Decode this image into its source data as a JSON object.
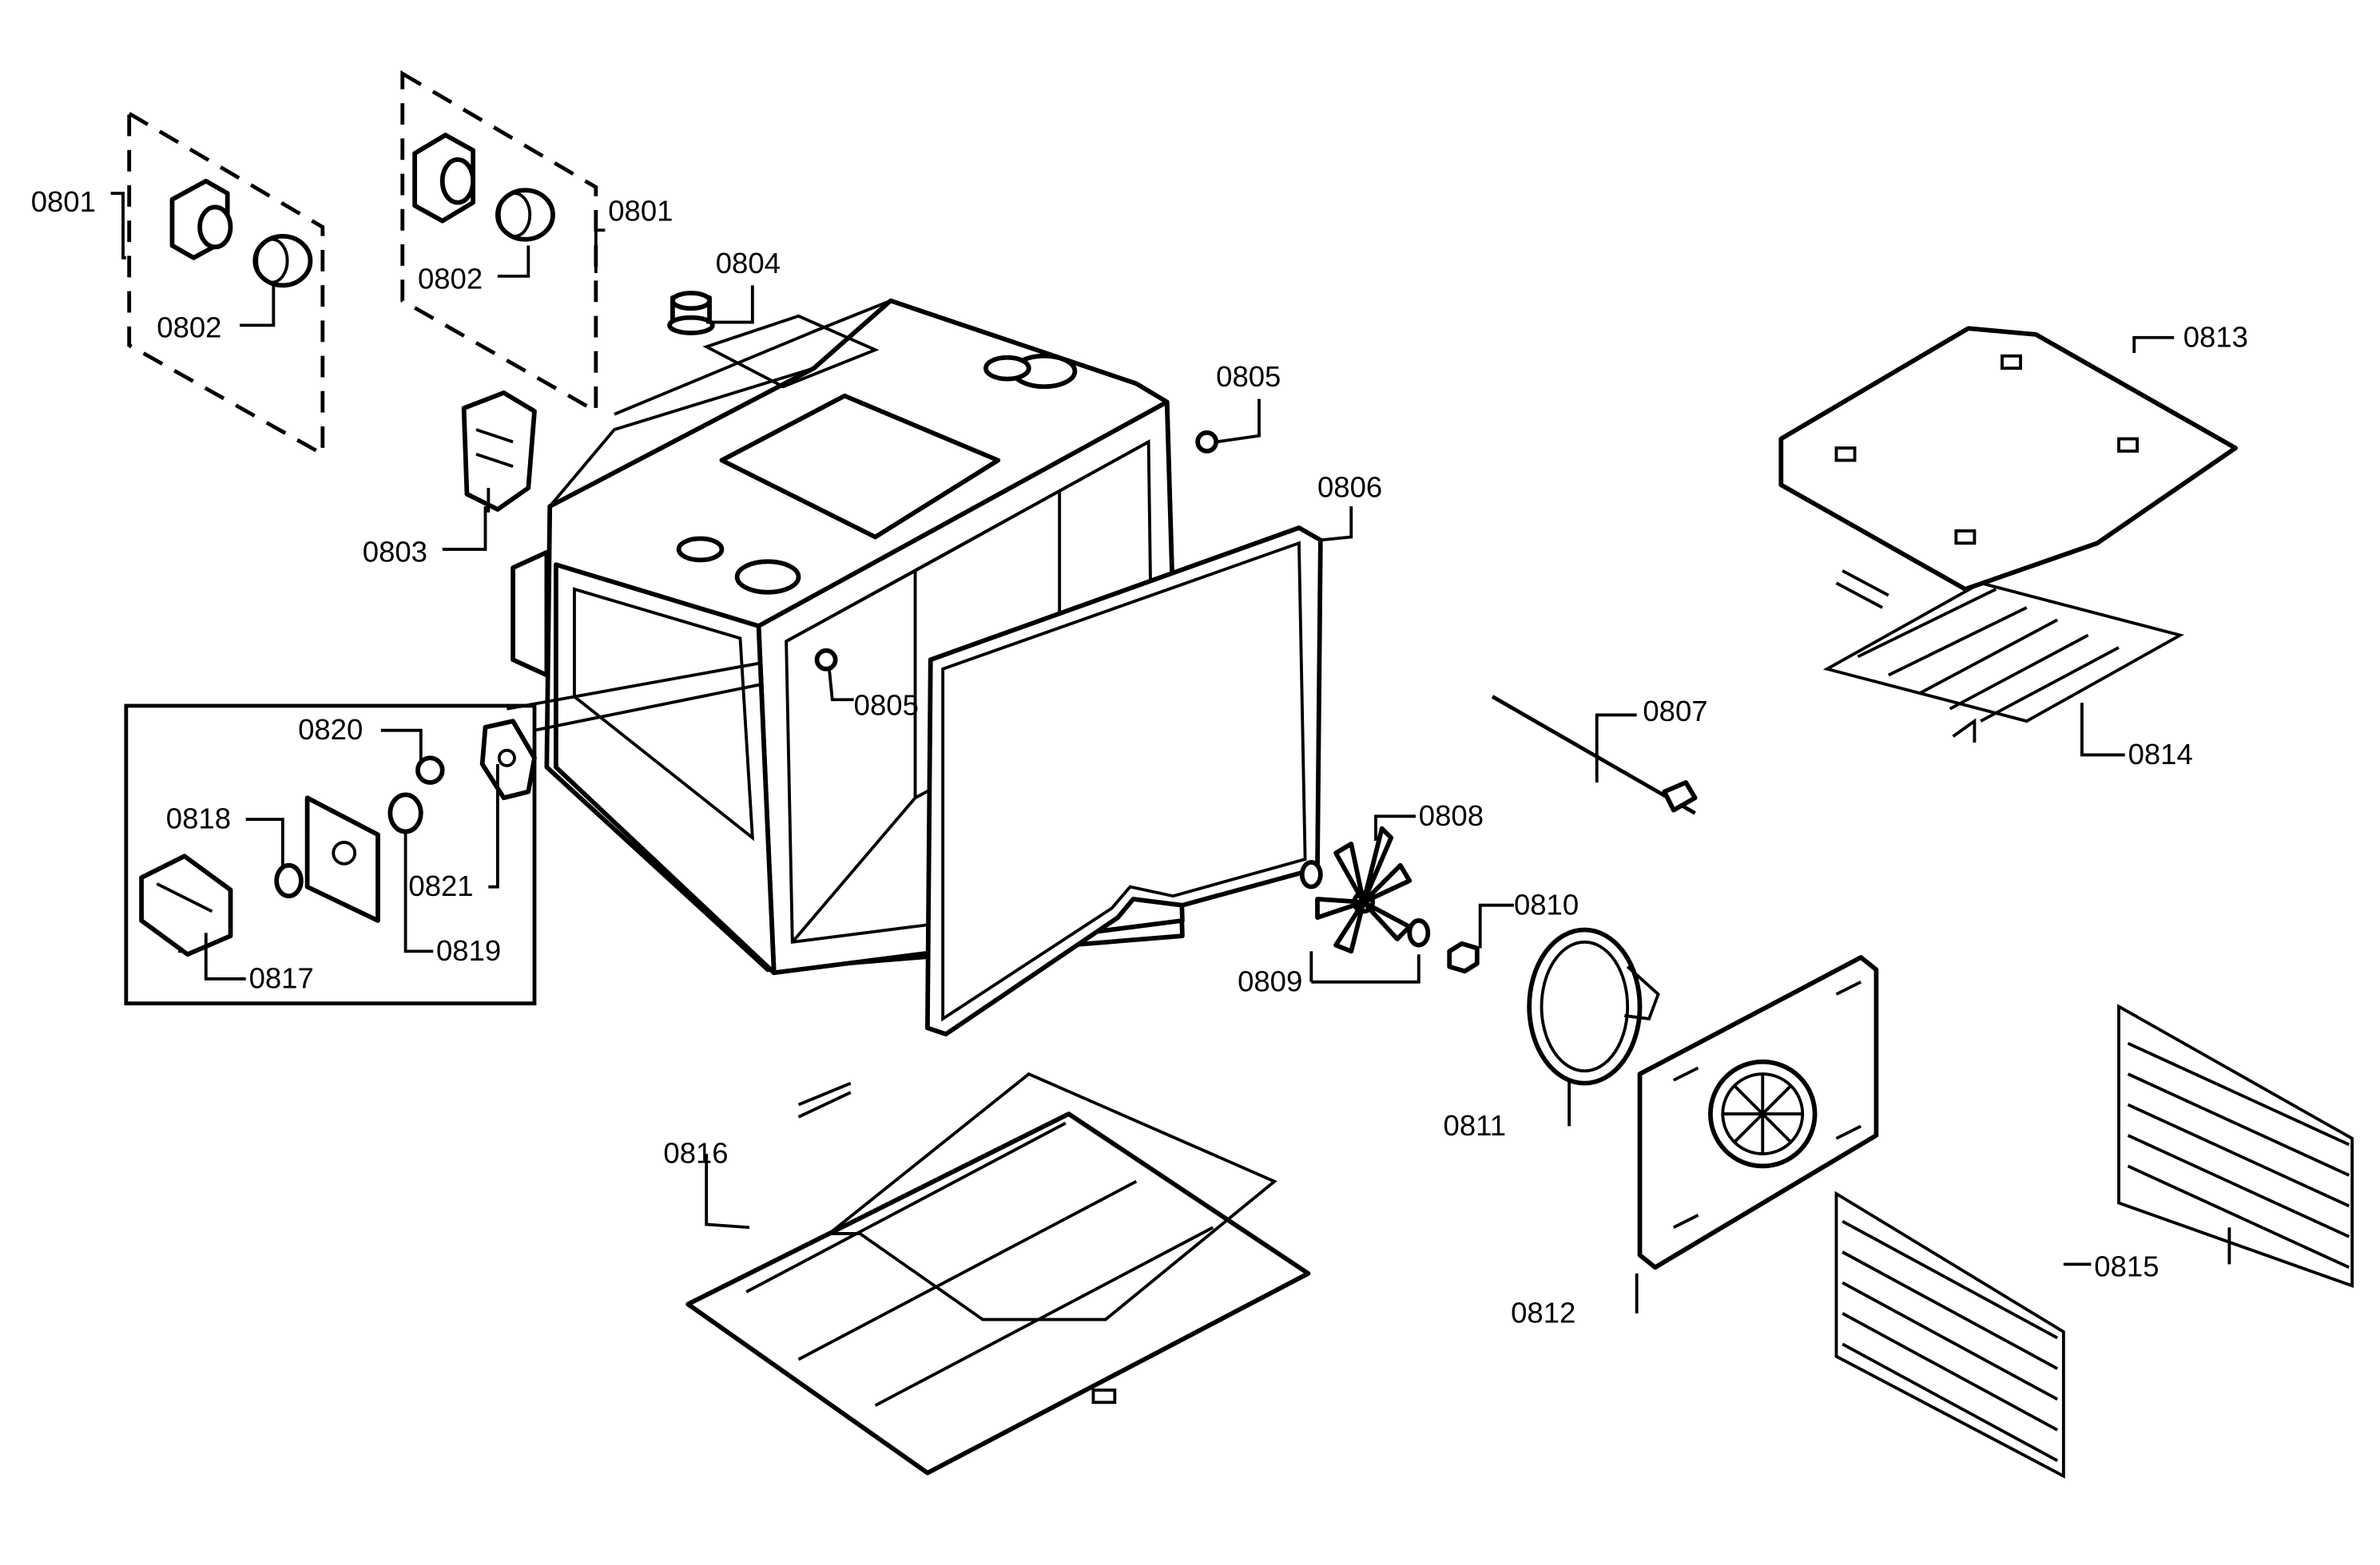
{
  "diagram": {
    "labels": {
      "l0801a": "0801",
      "l0801b": "0801",
      "l0802a": "0802",
      "l0802b": "0802",
      "l0803": "0803",
      "l0804": "0804",
      "l0805a": "0805",
      "l0805b": "0805",
      "l0806": "0806",
      "l0807": "0807",
      "l0808": "0808",
      "l0809": "0809",
      "l0810": "0810",
      "l0811": "0811",
      "l0812": "0812",
      "l0813": "0813",
      "l0814": "0814",
      "l0815": "0815",
      "l0816": "0816",
      "l0817": "0817",
      "l0818": "0818",
      "l0819": "0819",
      "l0820": "0820",
      "l0821": "0821"
    }
  }
}
